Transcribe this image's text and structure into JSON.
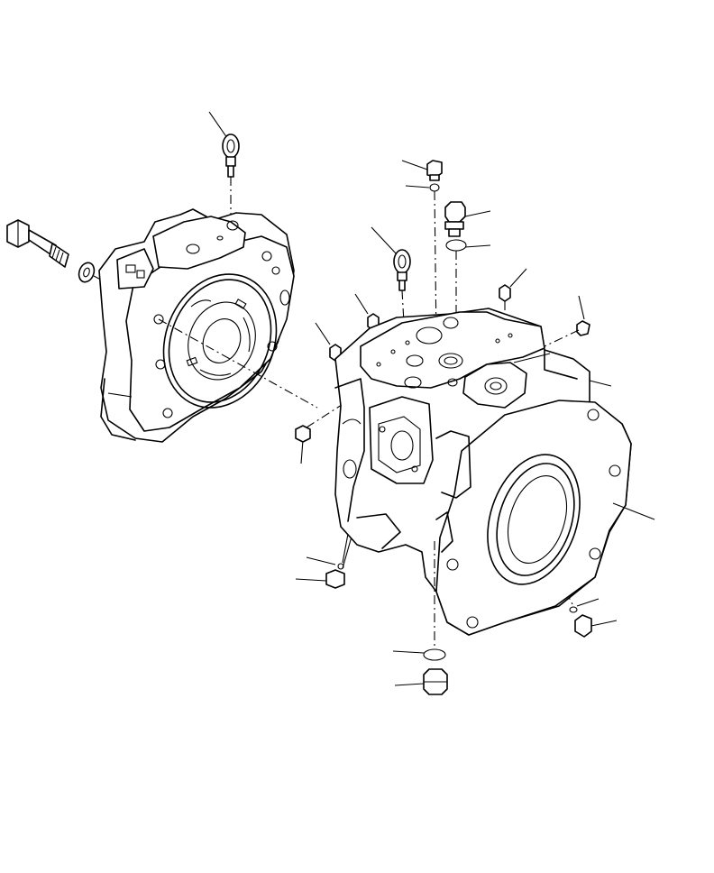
{
  "diagram": {
    "parts": [
      {
        "id": "eye-bolt-left",
        "icon": "eye-bolt-icon"
      },
      {
        "id": "mounting-bolt",
        "icon": "bolt-icon"
      },
      {
        "id": "washer",
        "icon": "washer-icon"
      },
      {
        "id": "end-cap",
        "icon": "pump-end-cap-icon"
      },
      {
        "id": "pump-case",
        "icon": "pump-case-icon"
      },
      {
        "id": "eye-bolt-right",
        "icon": "eye-bolt-icon"
      },
      {
        "id": "plug-top",
        "icon": "plug-icon"
      },
      {
        "id": "o-ring-top",
        "icon": "o-ring-icon"
      },
      {
        "id": "union",
        "icon": "union-icon"
      },
      {
        "id": "o-ring-union",
        "icon": "o-ring-icon"
      },
      {
        "id": "plug-small",
        "icon": "plug-icon"
      },
      {
        "id": "plug-bottom",
        "icon": "plug-icon"
      },
      {
        "id": "o-ring-bottom",
        "icon": "o-ring-icon"
      }
    ],
    "callout_labels": []
  }
}
